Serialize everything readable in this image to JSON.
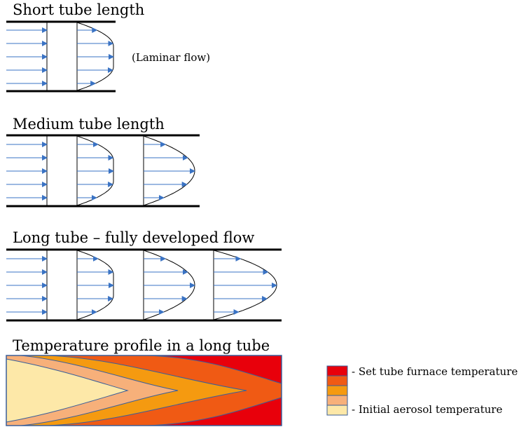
{
  "panels": [
    {
      "title": "Short tube length",
      "note": "(Laminar flow)"
    },
    {
      "title": "Medium tube length"
    },
    {
      "title": "Long tube – fully developed flow"
    },
    {
      "title": "Temperature profile in a long tube"
    }
  ],
  "legend": {
    "top_label": "- Set tube furnace temperature",
    "bottom_label": "- Initial aerosol temperature",
    "colors": [
      "#e8000b",
      "#f05a14",
      "#f59a10",
      "#f7b07a",
      "#fde8a8"
    ]
  },
  "colors": {
    "arrow": "#3a73c4",
    "wall": "#000000",
    "temp_outline": "#3a5f9a"
  }
}
